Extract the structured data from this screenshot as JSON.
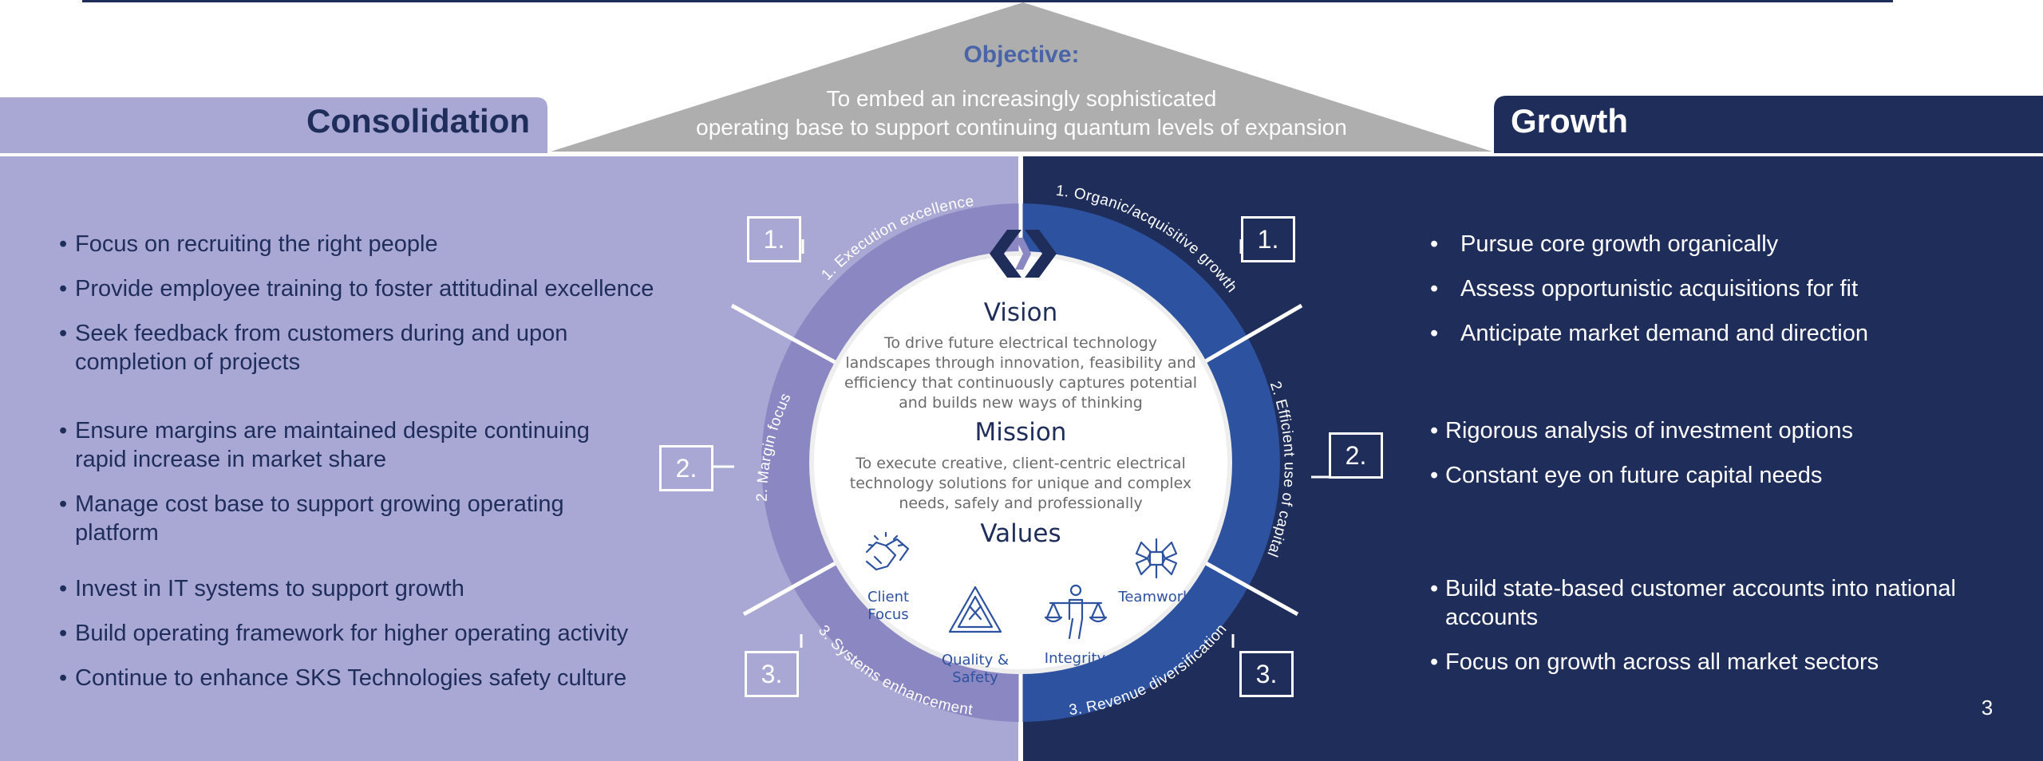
{
  "objective": {
    "title": "Objective:",
    "line1": "To embed an increasingly sophisticated",
    "line2": "operating base to support continuing quantum levels of expansion"
  },
  "consolidation": {
    "title": "Consolidation",
    "bullets": [
      "Focus on recruiting the right people",
      "Provide employee training to foster attitudinal excellence",
      "Seek feedback from customers during and upon",
      "completion of projects",
      "Ensure margins are maintained despite continuing",
      "rapid increase in market share",
      "Manage cost base to support growing operating",
      "platform",
      "Invest in IT systems to support growth",
      "Build operating framework for higher operating activity",
      "Continue to enhance SKS Technologies safety culture"
    ]
  },
  "growth": {
    "title": "Growth",
    "bullets": [
      "Pursue core growth organically",
      "Assess opportunistic acquisitions for fit",
      "Anticipate market demand and direction",
      "Rigorous analysis of investment options",
      "Constant eye on future capital needs",
      "Build state-based customer accounts into national",
      "accounts",
      "Focus on growth across all market sectors"
    ]
  },
  "ring": {
    "left": [
      "1. Execution excellence",
      "2. Margin focus",
      "3. Systems enhancement"
    ],
    "right": [
      "1. Organic/acquisitive growth",
      "2. Efficient use of capital",
      "3. Revenue diversification"
    ]
  },
  "markers": {
    "left": [
      "1.",
      "2.",
      "3."
    ],
    "right": [
      "1.",
      "2.",
      "3."
    ]
  },
  "center": {
    "vision_title": "Vision",
    "vision_lines": [
      "To drive future electrical technology",
      "landscapes through innovation, feasibility and",
      "efficiency that continuously captures potential",
      "and builds new ways of thinking"
    ],
    "mission_title": "Mission",
    "mission_lines": [
      "To execute creative, client-centric electrical",
      "technology solutions for unique and complex",
      "needs, safely and professionally"
    ],
    "values_title": "Values",
    "values": [
      {
        "line1": "Client",
        "line2": "Focus",
        "icon": "handshake-icon"
      },
      {
        "line1": "Quality &",
        "line2": "Safety",
        "icon": "warning-triangle-icon"
      },
      {
        "line1": "Integrity",
        "line2": "",
        "icon": "scales-person-icon"
      },
      {
        "line1": "Teamwork",
        "line2": "",
        "icon": "teamwork-hands-icon"
      }
    ]
  },
  "page_number": "3",
  "colors": {
    "navy": "#1f2d5a",
    "lavender": "#a9a8d4",
    "ring_purple": "#8a87c2",
    "ring_blue": "#2d52a0",
    "objective_grey": "#aeaeae",
    "objective_title": "#4a64a8"
  }
}
